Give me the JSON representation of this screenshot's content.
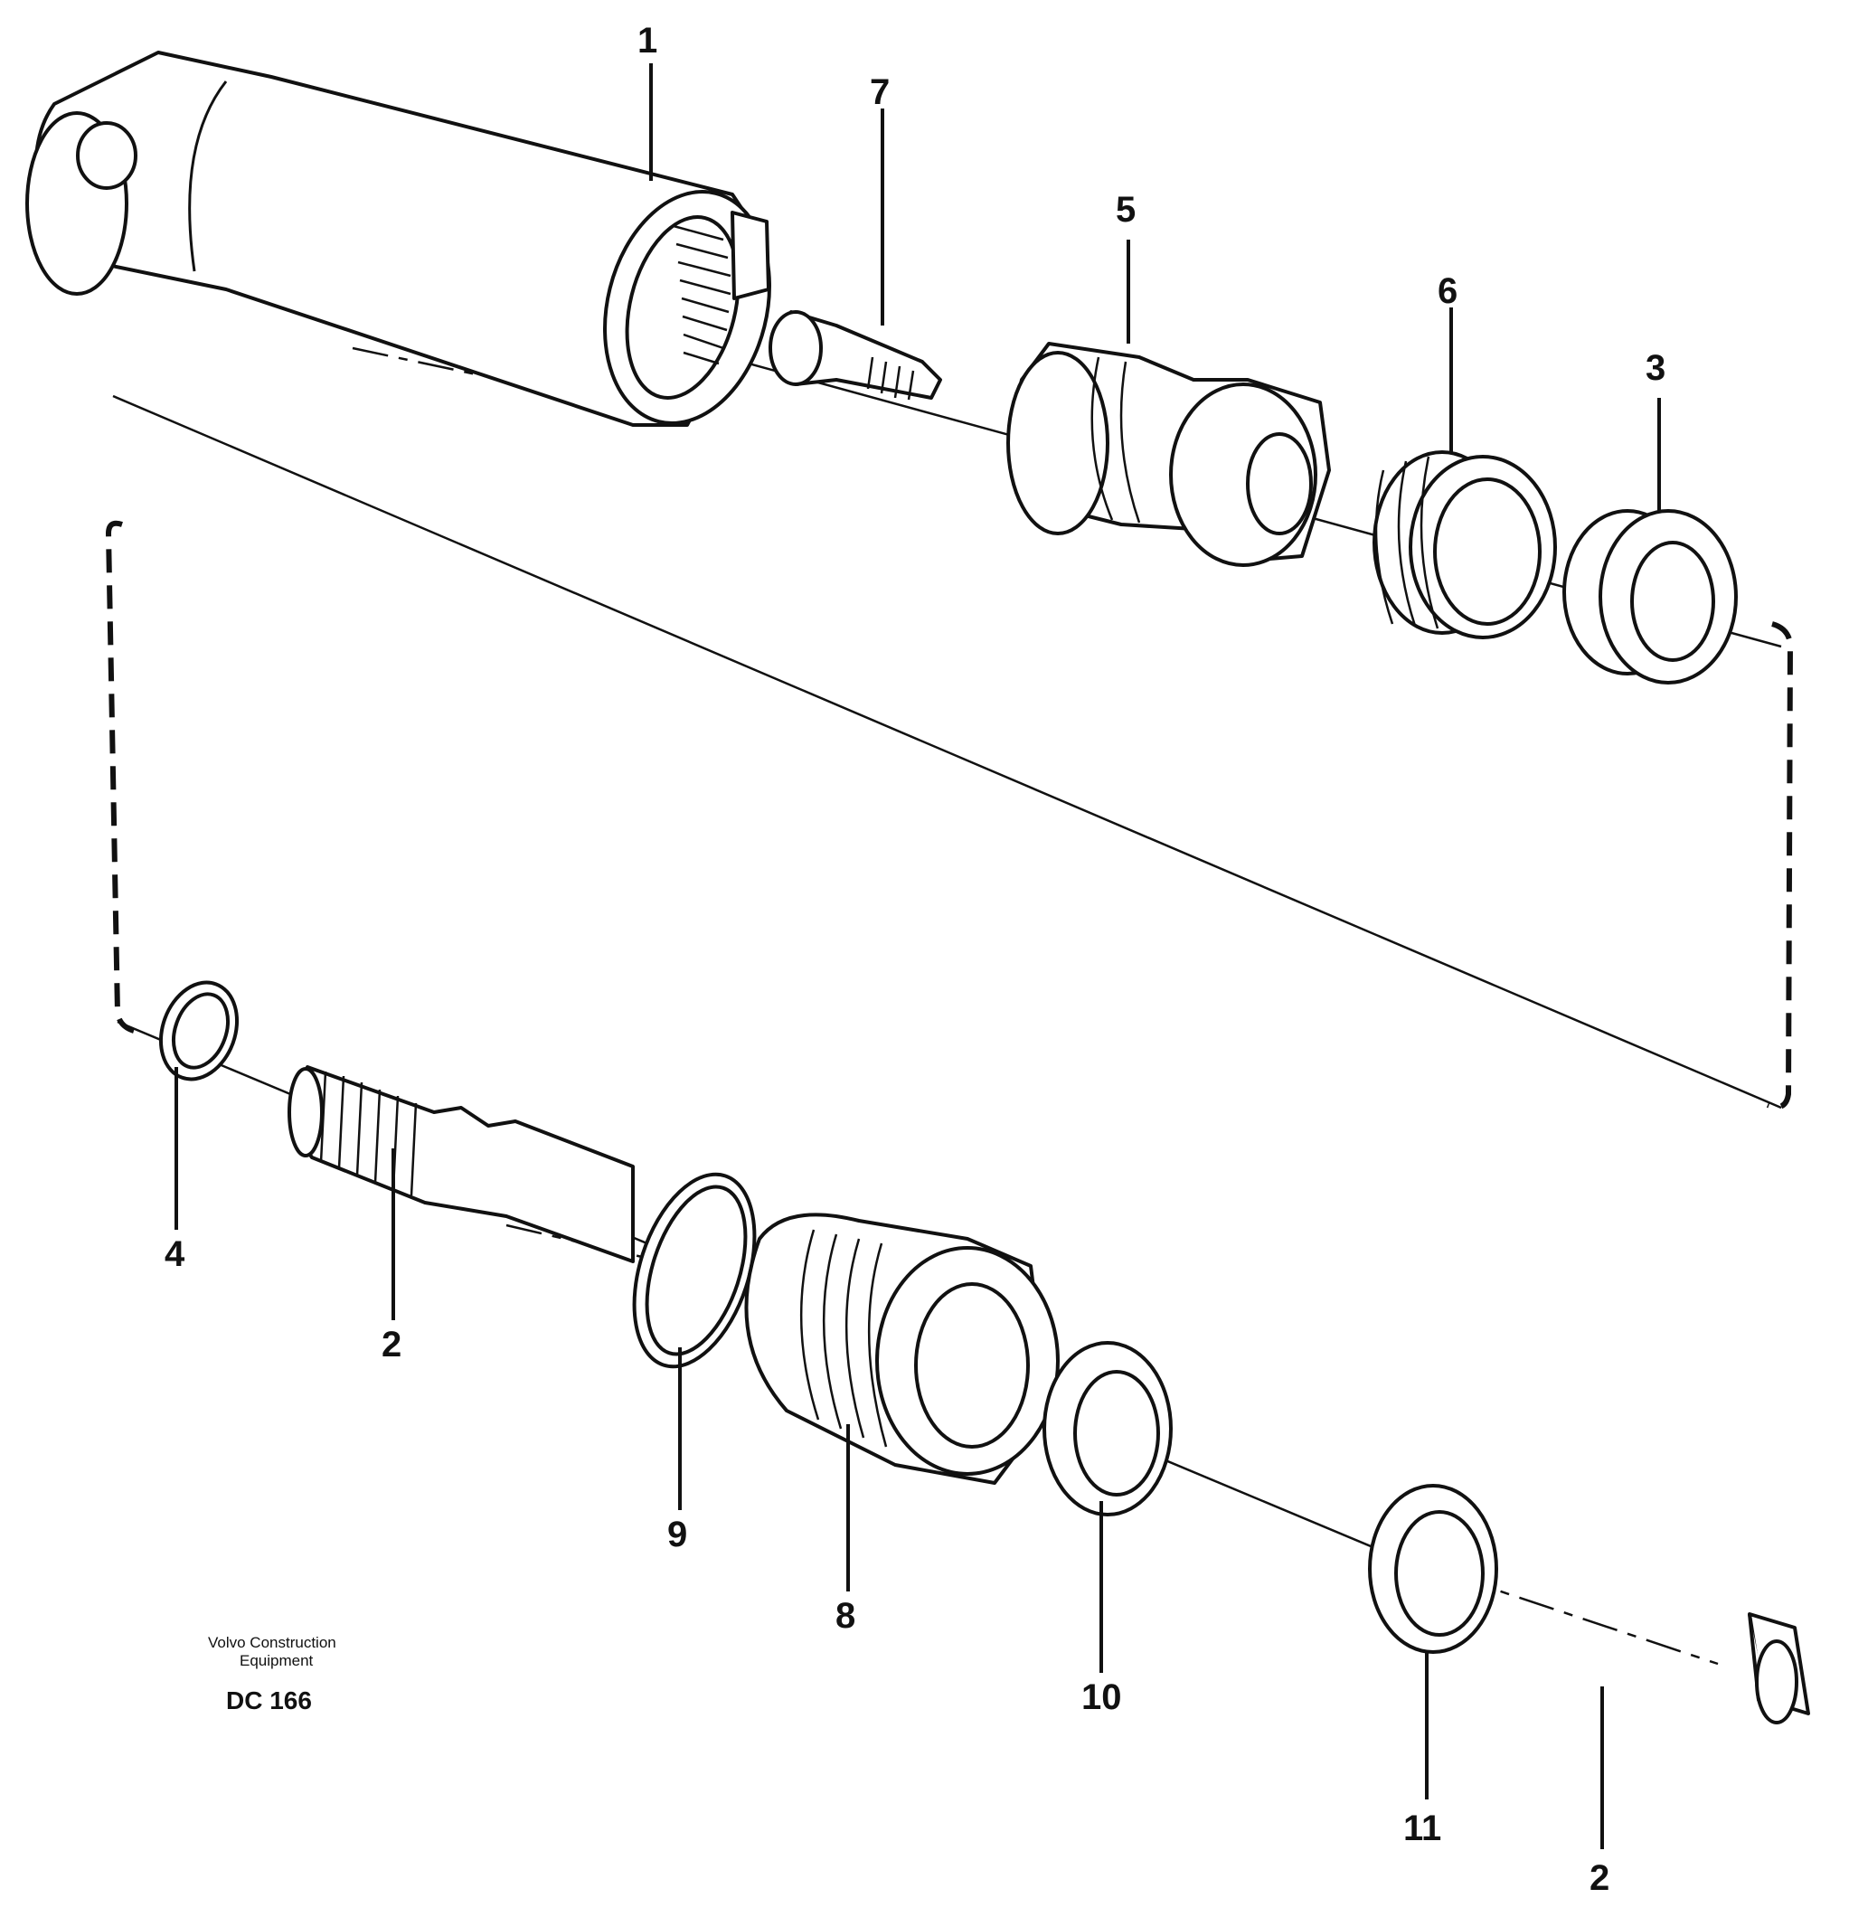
{
  "diagram": {
    "callouts": {
      "c1": "1",
      "c7": "7",
      "c5": "5",
      "c6": "6",
      "c3": "3",
      "c4": "4",
      "c2a": "2",
      "c9": "9",
      "c8": "8",
      "c10": "10",
      "c11": "11",
      "c2b": "2"
    },
    "credit_line1": "Volvo Construction",
    "credit_line2": "Equipment",
    "drawing_code": "DC 166"
  }
}
